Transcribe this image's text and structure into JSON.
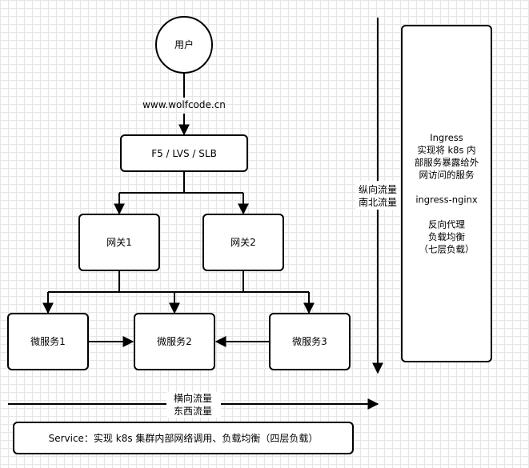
{
  "nodes": {
    "user": "用户",
    "domain": "www.wolfcode.cn",
    "load_balancer": "F5 / LVS / SLB",
    "gateway1": "网关1",
    "gateway2": "网关2",
    "service1": "微服务1",
    "service2": "微服务2",
    "service3": "微服务3"
  },
  "vertical_traffic": {
    "line1": "纵向流量",
    "line2": "南北流量"
  },
  "horizontal_traffic": {
    "line1": "横向流量",
    "line2": "东西流量"
  },
  "ingress_box": {
    "lines": [
      "Ingress",
      "实现将 k8s 内",
      "部服务暴露给外",
      "网访问的服务",
      "",
      "ingress-nginx",
      "",
      "反向代理",
      "负载均衡",
      "（七层负载）"
    ]
  },
  "service_box": {
    "text": "Service：实现 k8s 集群内部网络调用、负载均衡（四层负载）"
  },
  "colors": {
    "stroke": "#000000",
    "fill": "#ffffff"
  }
}
